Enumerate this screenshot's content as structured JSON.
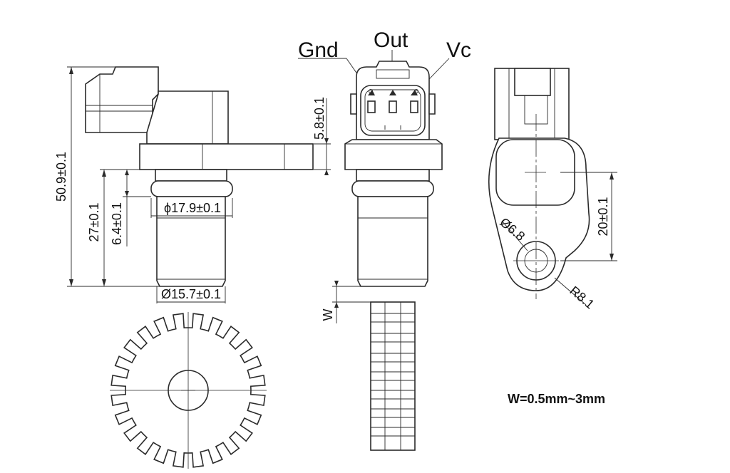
{
  "labels": {
    "pin_gnd": "Gnd",
    "pin_out": "Out",
    "pin_vc": "Vc",
    "dim_total_height": "50.9±0.1",
    "dim_body_height": "27±0.1",
    "dim_oring_offset": "6.4±0.1",
    "dim_flange_thickness": "5.8±0.1",
    "dim_oring_diameter": "ϕ17.9±0.1",
    "dim_tip_diameter": "Ø15.7±0.1",
    "dim_hole_diameter": "Ø6.8",
    "dim_radius": "R8.1",
    "dim_hole_offset": "20±0.1",
    "dim_gap": "W",
    "gap_note": "W=0.5mm~3mm"
  },
  "tone_wheel": {
    "teeth": 24
  }
}
